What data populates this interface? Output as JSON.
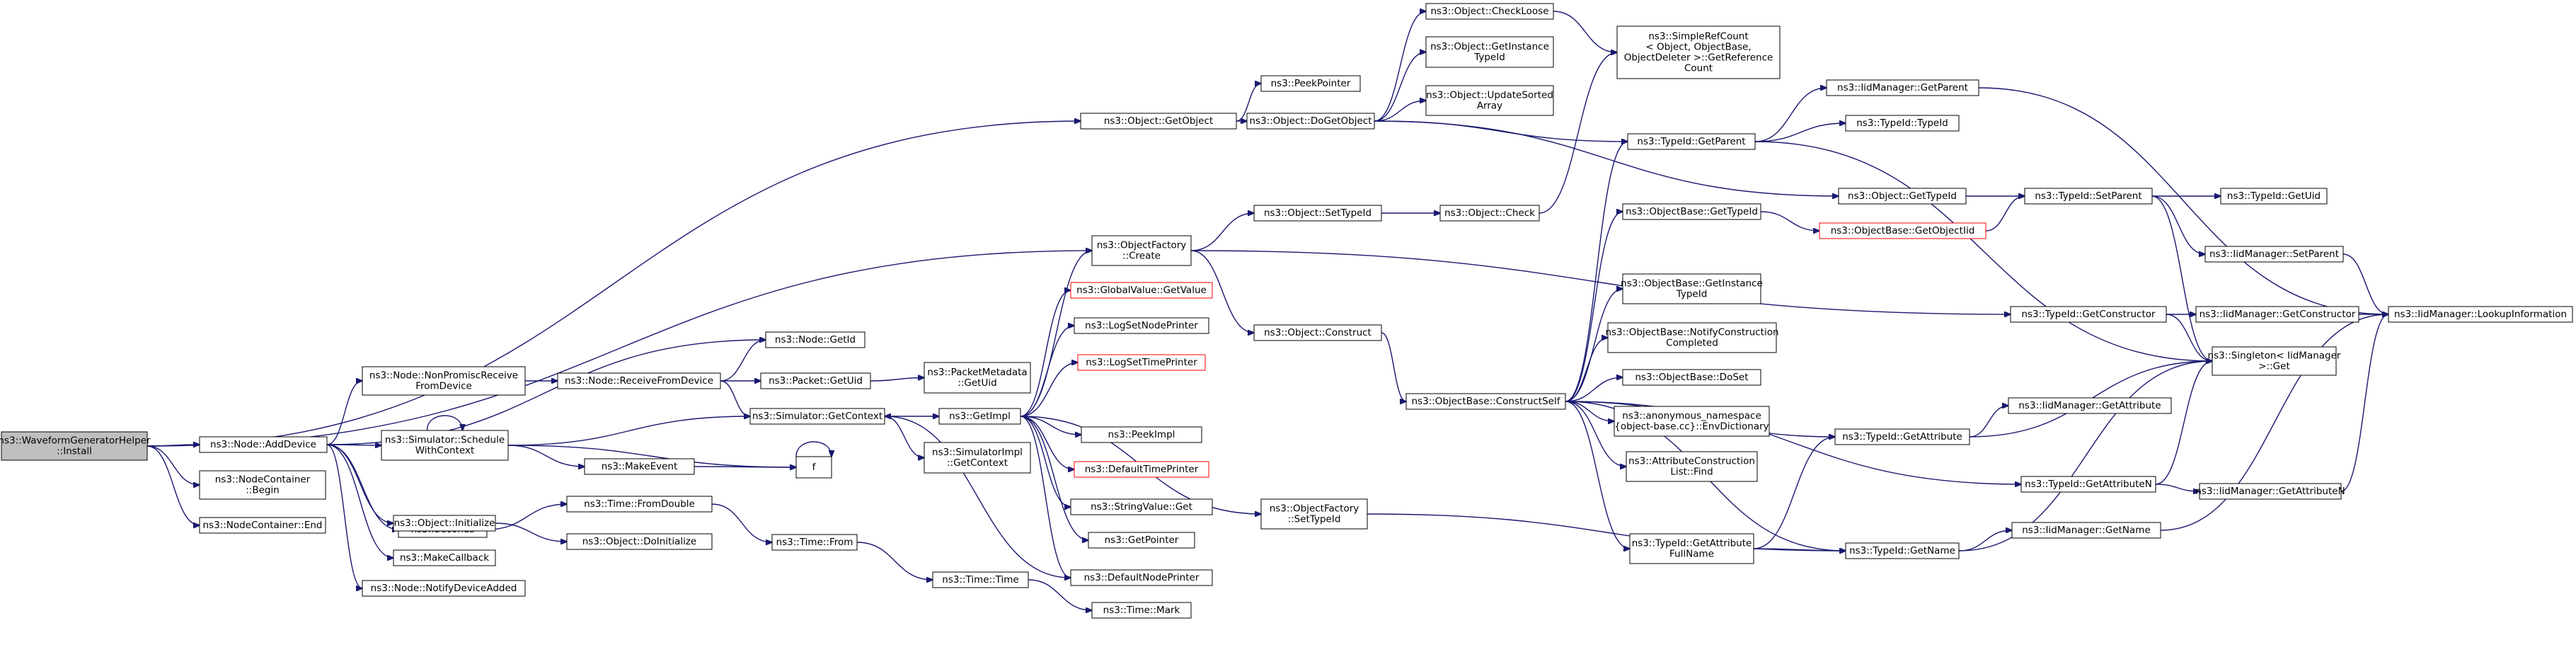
{
  "graph": {
    "root": "waveform-install",
    "nodes": [
      {
        "id": "waveform-install",
        "lines": [
          "ns3::WaveformGeneratorHelper",
          "::Install"
        ],
        "root": true
      },
      {
        "id": "node-adddevice",
        "lines": [
          "ns3::Node::AddDevice"
        ]
      },
      {
        "id": "nodecontainer-begin",
        "lines": [
          "ns3::NodeContainer",
          "::Begin"
        ]
      },
      {
        "id": "nodecontainer-end",
        "lines": [
          "ns3::NodeContainer::End"
        ]
      },
      {
        "id": "object-getobject",
        "lines": [
          "ns3::Object::GetObject"
        ]
      },
      {
        "id": "objectfactory-create",
        "lines": [
          "ns3::ObjectFactory",
          "::Create"
        ]
      },
      {
        "id": "node-getid",
        "lines": [
          "ns3::Node::GetId"
        ]
      },
      {
        "id": "node-nonpromisc",
        "lines": [
          "ns3::Node::NonPromiscReceive",
          "FromDevice"
        ]
      },
      {
        "id": "simulator-schedulewithcontext",
        "lines": [
          "ns3::Simulator::Schedule",
          "WithContext"
        ]
      },
      {
        "id": "seconds",
        "lines": [
          "ns3::Seconds"
        ]
      },
      {
        "id": "object-initialize",
        "lines": [
          "ns3::Object::Initialize"
        ]
      },
      {
        "id": "makecallback",
        "lines": [
          "ns3::MakeCallback"
        ]
      },
      {
        "id": "node-notifydeviceadded",
        "lines": [
          "ns3::Node::NotifyDeviceAdded"
        ]
      },
      {
        "id": "peekpointer",
        "lines": [
          "ns3::PeekPointer"
        ]
      },
      {
        "id": "object-dogetobject",
        "lines": [
          "ns3::Object::DoGetObject"
        ]
      },
      {
        "id": "object-checkloose",
        "lines": [
          "ns3::Object::CheckLoose"
        ]
      },
      {
        "id": "object-getinstancetypeid",
        "lines": [
          "ns3::Object::GetInstance",
          "TypeId"
        ]
      },
      {
        "id": "object-updatesortedarray",
        "lines": [
          "ns3::Object::UpdateSorted",
          "Array"
        ]
      },
      {
        "id": "simplerefcount-getreferencecount",
        "lines": [
          "ns3::SimpleRefCount",
          "< Object, ObjectBase,",
          "ObjectDeleter >::GetReference",
          "Count"
        ]
      },
      {
        "id": "typeid-getparent",
        "lines": [
          "ns3::TypeId::GetParent"
        ]
      },
      {
        "id": "iidmanager-getparent",
        "lines": [
          "ns3::IidManager::GetParent"
        ]
      },
      {
        "id": "typeid-typeid",
        "lines": [
          "ns3::TypeId::TypeId"
        ]
      },
      {
        "id": "object-gettypeid",
        "lines": [
          "ns3::Object::GetTypeId"
        ]
      },
      {
        "id": "typeid-setparent",
        "lines": [
          "ns3::TypeId::SetParent"
        ]
      },
      {
        "id": "typeid-getuid",
        "lines": [
          "ns3::TypeId::GetUid"
        ]
      },
      {
        "id": "iidmanager-setparent",
        "lines": [
          "ns3::IidManager::SetParent"
        ]
      },
      {
        "id": "iidmanager-lookupinformation",
        "lines": [
          "ns3::IidManager::LookupInformation"
        ]
      },
      {
        "id": "object-settypeid",
        "lines": [
          "ns3::Object::SetTypeId"
        ]
      },
      {
        "id": "object-check",
        "lines": [
          "ns3::Object::Check"
        ]
      },
      {
        "id": "objectbase-gettypeid",
        "lines": [
          "ns3::ObjectBase::GetTypeId"
        ]
      },
      {
        "id": "objectbase-getobjectiid",
        "lines": [
          "ns3::ObjectBase::GetObjectIid"
        ],
        "red": true
      },
      {
        "id": "globalvalue-getvalue",
        "lines": [
          "ns3::GlobalValue::GetValue"
        ],
        "red": true
      },
      {
        "id": "logsetnodeprinter",
        "lines": [
          "ns3::LogSetNodePrinter"
        ]
      },
      {
        "id": "logsettimeprinter",
        "lines": [
          "ns3::LogSetTimePrinter"
        ],
        "red": true
      },
      {
        "id": "object-construct",
        "lines": [
          "ns3::Object::Construct"
        ]
      },
      {
        "id": "typeid-getconstructor",
        "lines": [
          "ns3::TypeId::GetConstructor"
        ]
      },
      {
        "id": "iidmanager-getconstructor",
        "lines": [
          "ns3::IidManager::GetConstructor"
        ]
      },
      {
        "id": "singleton-get",
        "lines": [
          "ns3::Singleton< IidManager",
          ">::Get"
        ]
      },
      {
        "id": "node-receivefromdevice",
        "lines": [
          "ns3::Node::ReceiveFromDevice"
        ]
      },
      {
        "id": "packet-getuid",
        "lines": [
          "ns3::Packet::GetUid"
        ]
      },
      {
        "id": "packetmetadata-getuid",
        "lines": [
          "ns3::PacketMetadata",
          "::GetUid"
        ]
      },
      {
        "id": "simulator-getcontext",
        "lines": [
          "ns3::Simulator::GetContext"
        ]
      },
      {
        "id": "getimpl",
        "lines": [
          "ns3::GetImpl"
        ]
      },
      {
        "id": "simulatorimpl-getcontext",
        "lines": [
          "ns3::SimulatorImpl",
          "::GetContext"
        ]
      },
      {
        "id": "makeevent",
        "lines": [
          "ns3::MakeEvent"
        ]
      },
      {
        "id": "f",
        "lines": [
          "f"
        ]
      },
      {
        "id": "time-fromdouble",
        "lines": [
          "ns3::Time::FromDouble"
        ]
      },
      {
        "id": "object-doinitialize",
        "lines": [
          "ns3::Object::DoInitialize"
        ]
      },
      {
        "id": "time-from",
        "lines": [
          "ns3::Time::From"
        ]
      },
      {
        "id": "time-time",
        "lines": [
          "ns3::Time::Time"
        ]
      },
      {
        "id": "time-mark",
        "lines": [
          "ns3::Time::Mark"
        ]
      },
      {
        "id": "peekimpl",
        "lines": [
          "ns3::PeekImpl"
        ]
      },
      {
        "id": "defaulttimeprinter",
        "lines": [
          "ns3::DefaultTimePrinter"
        ],
        "red": true
      },
      {
        "id": "stringvalue-get",
        "lines": [
          "ns3::StringValue::Get"
        ]
      },
      {
        "id": "getpointer",
        "lines": [
          "ns3::GetPointer"
        ]
      },
      {
        "id": "defaultnodeprinter",
        "lines": [
          "ns3::DefaultNodePrinter"
        ]
      },
      {
        "id": "objectfactory-settypeid",
        "lines": [
          "ns3::ObjectFactory",
          "::SetTypeId"
        ]
      },
      {
        "id": "objectbase-constructself",
        "lines": [
          "ns3::ObjectBase::ConstructSelf"
        ]
      },
      {
        "id": "objectbase-getinstancetypeid",
        "lines": [
          "ns3::ObjectBase::GetInstance",
          "TypeId"
        ]
      },
      {
        "id": "objectbase-notifyconstructioncompleted",
        "lines": [
          "ns3::ObjectBase::NotifyConstruction",
          "Completed"
        ]
      },
      {
        "id": "objectbase-doset",
        "lines": [
          "ns3::ObjectBase::DoSet"
        ]
      },
      {
        "id": "envdictionary",
        "lines": [
          "ns3::anonymous_namespace",
          "{object-base.cc}::EnvDictionary"
        ]
      },
      {
        "id": "attributeconstructionlist-find",
        "lines": [
          "ns3::AttributeConstruction",
          "List::Find"
        ]
      },
      {
        "id": "typeid-getattributefullname",
        "lines": [
          "ns3::TypeId::GetAttribute",
          "FullName"
        ]
      },
      {
        "id": "typeid-getattribute",
        "lines": [
          "ns3::TypeId::GetAttribute"
        ]
      },
      {
        "id": "iidmanager-getattribute",
        "lines": [
          "ns3::IidManager::GetAttribute"
        ]
      },
      {
        "id": "typeid-getattributen",
        "lines": [
          "ns3::TypeId::GetAttributeN"
        ]
      },
      {
        "id": "iidmanager-getattributen",
        "lines": [
          "ns3::IidManager::GetAttributeN"
        ]
      },
      {
        "id": "typeid-getname",
        "lines": [
          "ns3::TypeId::GetName"
        ]
      },
      {
        "id": "iidmanager-getname",
        "lines": [
          "ns3::IidManager::GetName"
        ]
      }
    ],
    "edges": [
      [
        "waveform-install",
        "node-adddevice"
      ],
      [
        "waveform-install",
        "nodecontainer-begin"
      ],
      [
        "waveform-install",
        "nodecontainer-end"
      ],
      [
        "waveform-install",
        "object-getobject"
      ],
      [
        "waveform-install",
        "objectfactory-create"
      ],
      [
        "node-adddevice",
        "node-getid"
      ],
      [
        "node-adddevice",
        "node-nonpromisc"
      ],
      [
        "node-adddevice",
        "simulator-schedulewithcontext"
      ],
      [
        "node-adddevice",
        "seconds"
      ],
      [
        "node-adddevice",
        "object-initialize"
      ],
      [
        "node-adddevice",
        "makecallback"
      ],
      [
        "node-adddevice",
        "node-notifydeviceadded"
      ],
      [
        "object-getobject",
        "peekpointer"
      ],
      [
        "object-getobject",
        "object-dogetobject"
      ],
      [
        "object-dogetobject",
        "object-checkloose"
      ],
      [
        "object-dogetobject",
        "object-getinstancetypeid"
      ],
      [
        "object-dogetobject",
        "object-updatesortedarray"
      ],
      [
        "object-dogetobject",
        "typeid-getparent"
      ],
      [
        "object-dogetobject",
        "object-gettypeid"
      ],
      [
        "object-checkloose",
        "simplerefcount-getreferencecount"
      ],
      [
        "typeid-getparent",
        "iidmanager-getparent"
      ],
      [
        "typeid-getparent",
        "typeid-typeid"
      ],
      [
        "typeid-getparent",
        "singleton-get"
      ],
      [
        "iidmanager-getparent",
        "iidmanager-lookupinformation"
      ],
      [
        "object-gettypeid",
        "typeid-setparent"
      ],
      [
        "typeid-setparent",
        "typeid-getuid"
      ],
      [
        "typeid-setparent",
        "iidmanager-setparent"
      ],
      [
        "typeid-setparent",
        "singleton-get"
      ],
      [
        "iidmanager-setparent",
        "iidmanager-lookupinformation"
      ],
      [
        "objectfactory-create",
        "object-settypeid"
      ],
      [
        "objectfactory-create",
        "object-construct"
      ],
      [
        "objectfactory-create",
        "typeid-getconstructor"
      ],
      [
        "object-settypeid",
        "object-check"
      ],
      [
        "object-check",
        "simplerefcount-getreferencecount"
      ],
      [
        "typeid-getconstructor",
        "iidmanager-getconstructor"
      ],
      [
        "typeid-getconstructor",
        "singleton-get"
      ],
      [
        "iidmanager-getconstructor",
        "iidmanager-lookupinformation"
      ],
      [
        "object-construct",
        "objectbase-constructself"
      ],
      [
        "objectbase-gettypeid",
        "objectbase-getobjectiid"
      ],
      [
        "objectbase-getobjectiid",
        "typeid-setparent"
      ],
      [
        "node-nonpromisc",
        "node-receivefromdevice"
      ],
      [
        "node-receivefromdevice",
        "node-getid"
      ],
      [
        "node-receivefromdevice",
        "packet-getuid"
      ],
      [
        "node-receivefromdevice",
        "simulator-getcontext"
      ],
      [
        "packet-getuid",
        "packetmetadata-getuid"
      ],
      [
        "simulator-getcontext",
        "getimpl"
      ],
      [
        "simulator-getcontext",
        "simulatorimpl-getcontext"
      ],
      [
        "simulator-schedulewithcontext",
        "simulator-schedulewithcontext"
      ],
      [
        "simulator-schedulewithcontext",
        "makeevent"
      ],
      [
        "simulator-schedulewithcontext",
        "f"
      ],
      [
        "simulator-schedulewithcontext",
        "simulator-getcontext"
      ],
      [
        "makeevent",
        "f"
      ],
      [
        "f",
        "f"
      ],
      [
        "seconds",
        "time-fromdouble"
      ],
      [
        "time-fromdouble",
        "time-from"
      ],
      [
        "time-from",
        "time-time"
      ],
      [
        "time-time",
        "time-mark"
      ],
      [
        "object-initialize",
        "object-doinitialize"
      ],
      [
        "getimpl",
        "objectfactory-create"
      ],
      [
        "getimpl",
        "globalvalue-getvalue"
      ],
      [
        "getimpl",
        "logsetnodeprinter"
      ],
      [
        "getimpl",
        "logsettimeprinter"
      ],
      [
        "getimpl",
        "peekimpl"
      ],
      [
        "getimpl",
        "defaulttimeprinter"
      ],
      [
        "getimpl",
        "stringvalue-get"
      ],
      [
        "getimpl",
        "getpointer"
      ],
      [
        "getimpl",
        "defaultnodeprinter"
      ],
      [
        "getimpl",
        "objectfactory-settypeid"
      ],
      [
        "defaultnodeprinter",
        "simulator-getcontext"
      ],
      [
        "objectfactory-settypeid",
        "typeid-getname"
      ],
      [
        "objectbase-constructself",
        "objectbase-gettypeid"
      ],
      [
        "objectbase-constructself",
        "objectbase-getinstancetypeid"
      ],
      [
        "objectbase-constructself",
        "objectbase-notifyconstructioncompleted"
      ],
      [
        "objectbase-constructself",
        "objectbase-doset"
      ],
      [
        "objectbase-constructself",
        "envdictionary"
      ],
      [
        "objectbase-constructself",
        "attributeconstructionlist-find"
      ],
      [
        "objectbase-constructself",
        "typeid-getattributefullname"
      ],
      [
        "objectbase-constructself",
        "typeid-getattribute"
      ],
      [
        "objectbase-constructself",
        "typeid-getattributen"
      ],
      [
        "objectbase-constructself",
        "typeid-getname"
      ],
      [
        "objectbase-constructself",
        "typeid-getparent"
      ],
      [
        "typeid-getattributefullname",
        "typeid-getattribute"
      ],
      [
        "typeid-getattributefullname",
        "typeid-getname"
      ],
      [
        "typeid-getattribute",
        "iidmanager-getattribute"
      ],
      [
        "typeid-getattribute",
        "singleton-get"
      ],
      [
        "typeid-getattributen",
        "iidmanager-getattributen"
      ],
      [
        "typeid-getattributen",
        "singleton-get"
      ],
      [
        "iidmanager-getattributen",
        "iidmanager-lookupinformation"
      ],
      [
        "typeid-getname",
        "iidmanager-getname"
      ],
      [
        "typeid-getname",
        "singleton-get"
      ],
      [
        "iidmanager-getname",
        "iidmanager-lookupinformation"
      ]
    ]
  },
  "colors": {
    "edge": "#191970",
    "root_fill": "#bfbfbf",
    "node_fill": "#ffffff",
    "node_border": "#000000",
    "unlinked_border": "#ff0000"
  }
}
